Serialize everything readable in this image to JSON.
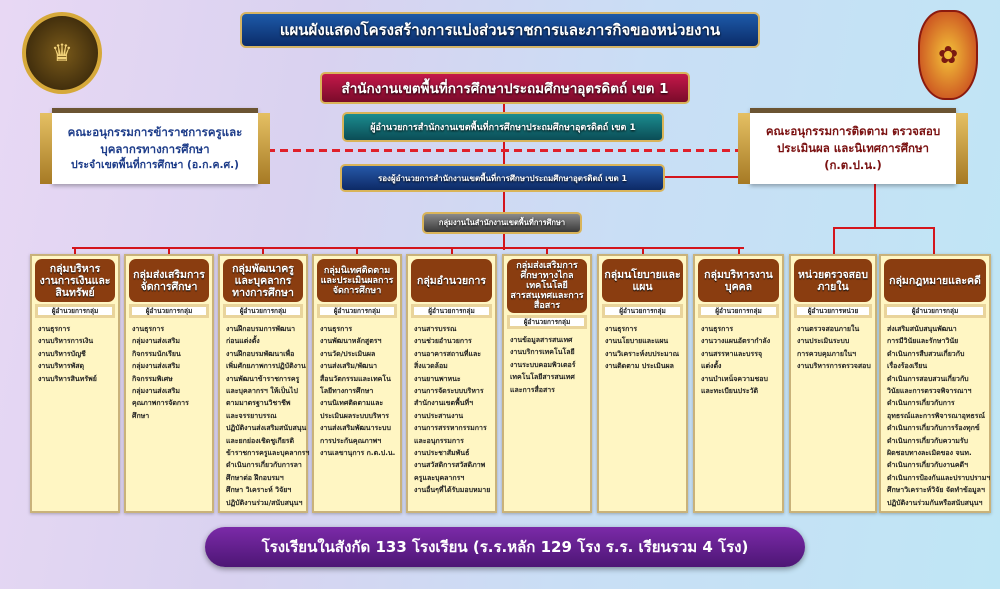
{
  "title": "แผนผังแสดงโครงสร้างการแบ่งส่วนราชการและภารกิจของหน่วยงาน",
  "office": "สำนักงานเขตพื้นที่การศึกษาประถมศึกษาอุตรดิตถ์ เขต 1",
  "director": "ผู้อำนวยการสำนักงานเขตพื้นที่การศึกษาประถมศึกษาอุตรดิตถ์ เขต 1",
  "deputy": "รองผู้อำนวยการสำนักงานเขตพื้นที่การศึกษาประถมศึกษาอุตรดิตถ์ เขต 1",
  "groups_label": "กลุ่มงานในสำนักงานเขตพื้นที่การศึกษา",
  "left_committee": {
    "line1": "คณะอนุกรรมการข้าราชการครูและ",
    "line2": "บุคลากรทางการศึกษา",
    "line3": "ประจำเขตพื้นที่การศึกษา (อ.ก.ค.ศ.)"
  },
  "right_committee": {
    "line1": "คณะอนุกรรมการติดตาม ตรวจสอบ",
    "line2": "ประเมินผล และนิเทศการศึกษา",
    "line3": "(ก.ต.ป.น.)"
  },
  "columns": [
    {
      "title": "กลุ่มบริหารงานการเงินและสินทรัพย์",
      "sub": "ผู้อำนวยการกลุ่ม",
      "items": [
        "งานธุรการ",
        "งานบริหารการเงิน",
        "งานบริหารบัญชี",
        "งานบริหารพัสดุ",
        "งานบริหารสินทรัพย์"
      ]
    },
    {
      "title": "กลุ่มส่งเสริมการจัดการศึกษา",
      "sub": "ผู้อำนวยการกลุ่ม",
      "items": [
        "งานธุรการ",
        "กลุ่มงานส่งเสริม",
        "กิจกรรมนักเรียน",
        "กลุ่มงานส่งเสริม",
        "กิจกรรมพิเศษ",
        "กลุ่มงานส่งเสริม",
        "คุณภาพการจัดการ",
        "ศึกษา"
      ]
    },
    {
      "title": "กลุ่มพัฒนาครูและบุคลากรทางการศึกษา",
      "sub": "ผู้อำนวยการกลุ่ม",
      "items": [
        "งานฝึกอบรมการพัฒนา",
        "ก่อนแต่งตั้ง",
        "งานฝึกอบรมพัฒนาเพื่อ",
        "เพิ่มศักยภาพการปฏิบัติงาน",
        "งานพัฒนาข้าราชการครู",
        "และบุคลากรฯ ให้เป็นไป",
        "ตามมาตรฐานวิชาชีพ",
        "และจรรยาบรรณ",
        "ปฏิบัติงานส่งเสริมสนับสนุน",
        "และยกย่องเชิดชูเกียรติ",
        "ข้าราชการครูและบุคลากรฯ",
        "ดำเนินการเกี่ยวกับการลา",
        "ศึกษาต่อ ฝึกอบรมฯ",
        "ศึกษา วิเคราะห์ วิจัยฯ",
        "ปฏิบัติงานร่วม/สนับสนุนฯ"
      ]
    },
    {
      "title": "กลุ่มนิเทศติดตามและประเมินผลการจัดการศึกษา",
      "sub": "ผู้อำนวยการกลุ่ม",
      "items": [
        "งานธุรการ",
        "งานพัฒนาหลักสูตรฯ",
        "งานวัด/ประเมินผล",
        "งานส่งเสริม/พัฒนา",
        "สื่อนวัตกรรมและเทคโน",
        "โลยีทางการศึกษา",
        "งานนิเทศติดตามและ",
        "ประเมินผลระบบบริหาร",
        "งานส่งเสริมพัฒนาระบบ",
        "การประกันคุณภาพฯ",
        "งานเลขานุการ ก.ต.ป.น."
      ]
    },
    {
      "title": "กลุ่มอำนวยการ",
      "sub": "ผู้อำนวยการกลุ่ม",
      "items": [
        "งานสารบรรณ",
        "งานช่วยอำนวยการ",
        "งานอาคารสถานที่และ",
        "สิ่งแวดล้อม",
        "งานยานพาหนะ",
        "งานการจัดระบบบริหาร",
        "สำนักงานเขตพื้นที่ฯ",
        "งานประสานงาน",
        "งานการสรรหากรรมการ",
        "และอนุกรรมการ",
        "งานประชาสัมพันธ์",
        "งานสวัสดิการสวัสดิภาพ",
        "ครูและบุคลากรฯ",
        "งานอื่นๆที่ได้รับมอบหมาย"
      ]
    },
    {
      "title": "กลุ่มส่งเสริมการศึกษาทางไกลเทคโนโลยีสารสนเทศและการสื่อสาร",
      "sub": "ผู้อำนวยการกลุ่ม",
      "items": [
        "งานข้อมูลสารสนเทศ",
        "งานบริการเทคโนโลยี",
        "งานระบบคอมพิวเตอร์",
        "เทคโนโลยีสารสนเทศ",
        "และการสื่อสาร"
      ]
    },
    {
      "title": "กลุ่มนโยบายและแผน",
      "sub": "ผู้อำนวยการกลุ่ม",
      "items": [
        "งานธุรการ",
        "งานนโยบายและแผน",
        "งานวิเคราะห์งบประมาณ",
        "งานติดตาม ประเมินผล"
      ]
    },
    {
      "title": "กลุ่มบริหารงานบุคคล",
      "sub": "ผู้อำนวยการกลุ่ม",
      "items": [
        "งานธุรการ",
        "งานวางแผนอัตรากำลัง",
        "งานสรรหาและบรรจุ",
        "แต่งตั้ง",
        "งานบำเหน็จความชอบ",
        "และทะเบียนประวัติ"
      ]
    },
    {
      "title": "หน่วยตรวจสอบภายใน",
      "sub": "ผู้อำนวยการหน่วย",
      "items": [
        "งานตรวจสอบภายใน",
        "งานประเมินระบบ",
        "การควบคุมภายในฯ",
        "งานบริหารการตรวจสอบ"
      ]
    },
    {
      "title": "กลุ่มกฎหมายและคดี",
      "sub": "ผู้อำนวยการกลุ่ม",
      "items": [
        "ส่งเสริมสนับสนุนพัฒนา",
        "การมีวินัยและรักษาวินัย",
        "ดำเนินการสืบสวนเกี่ยวกับ",
        "เรื่องร้องเรียน",
        "ดำเนินการสอบสวนเกี่ยวกับ",
        "วินัยและการตรวจพิจารณาฯ",
        "ดำเนินการเกี่ยวกับการ",
        "อุทธรณ์และการพิจารณาอุทธรณ์",
        "ดำเนินการเกี่ยวกับการร้องทุกข์",
        "ดำเนินการเกี่ยวกับความรับ",
        "ผิดชอบทางละเมิดของ จนท.",
        "ดำเนินการเกี่ยวกับงานคดีฯ",
        "ดำเนินการป้องกันและปราบปรามฯ",
        "ศึกษาวิเคราะห์วิจัย จัดทำข้อมูลฯ",
        "ปฏิบัติงานร่วมกันหรือสนับสนุนฯ"
      ]
    }
  ],
  "footer": "โรงเรียนในสังกัด 133 โรงเรียน (ร.ร.หลัก 129 โรง ร.ร. เรียนรวม 4 โรง)"
}
